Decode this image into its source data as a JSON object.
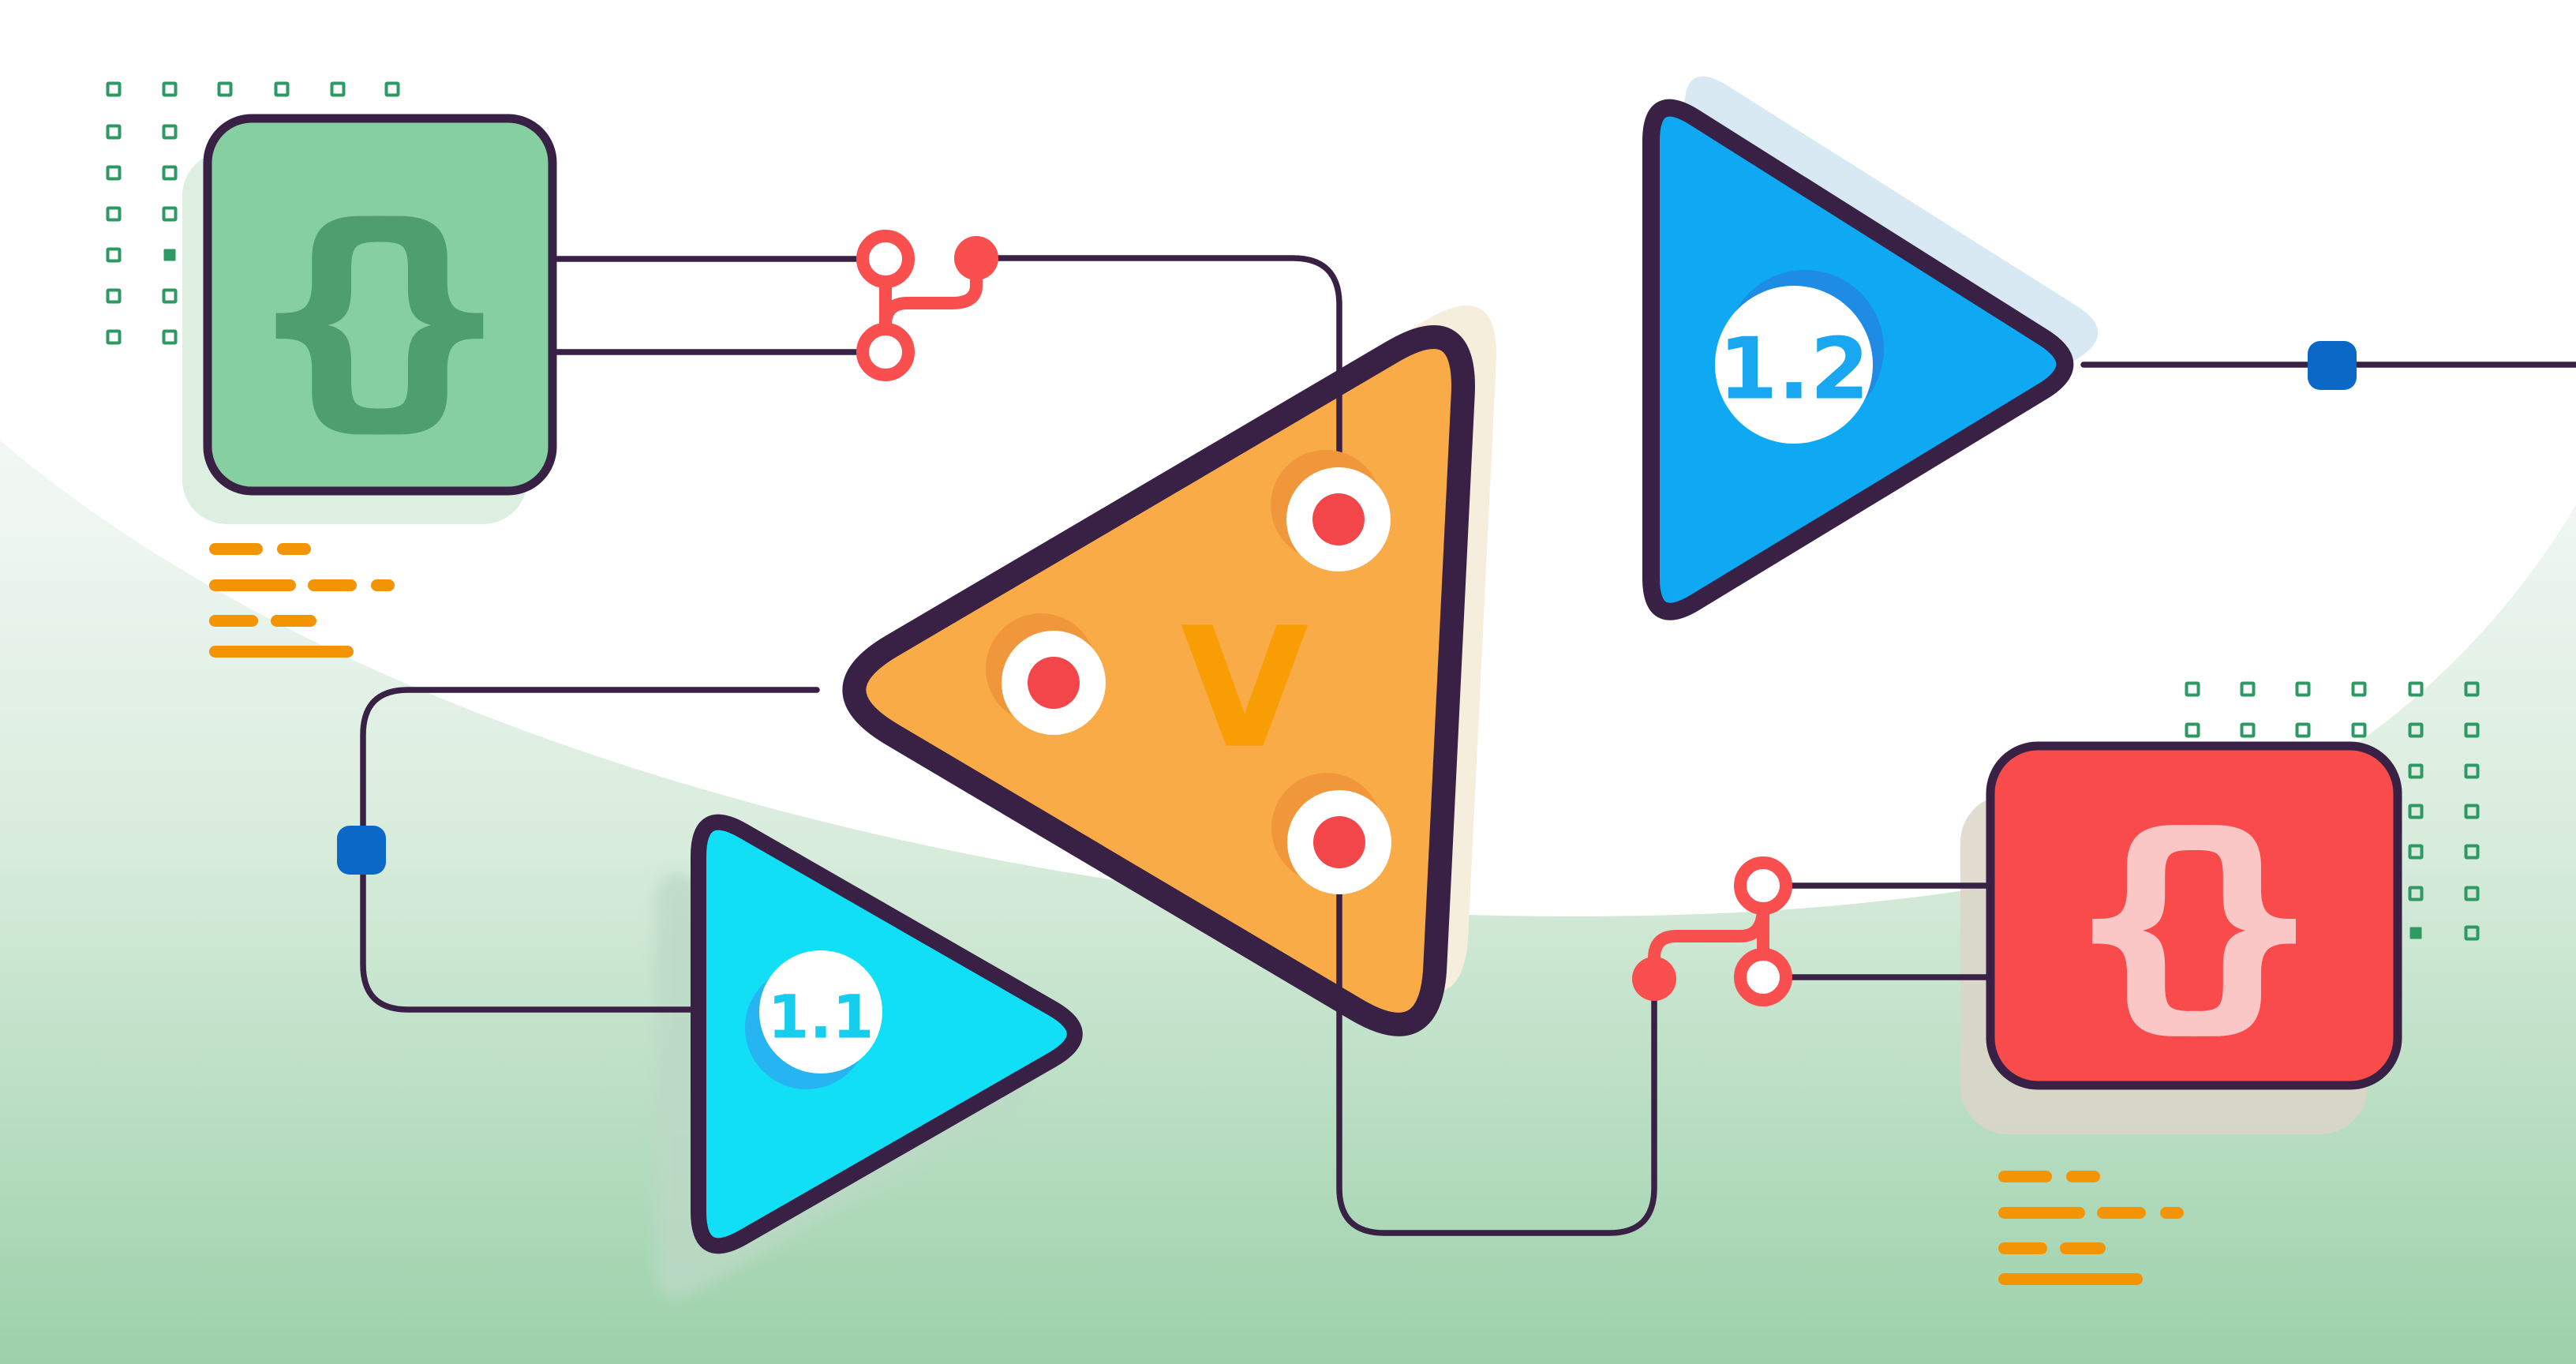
{
  "illustration": {
    "description": "version control branching illustration",
    "labels": {
      "main_version": "V",
      "version_1_1": "1.1",
      "version_1_2": "1.2",
      "green_brace_left": "{",
      "green_brace_right": "}",
      "red_brace_left": "{",
      "red_brace_right": "}"
    }
  },
  "colors": {
    "ink": "#392145",
    "git_red": "#F94F4F",
    "commit_red": "#F2464B",
    "green_fill": "#86CFA1",
    "green_brace": "#4E9E6F",
    "green_shadow": "#DCEFE0",
    "red_fill": "#F94B4B",
    "red_brace": "#FBC6C6",
    "red_shadow": "#DCD5C8",
    "orange_fill": "#F9AB47",
    "orange_shadow": "#F6EEDC",
    "orange_halo": "#F0973B",
    "orange_v": "#F99D05",
    "dash_orange": "#F29404",
    "blue_fill": "#0FA8F2",
    "blue_shadow": "#D8E9F4",
    "blue_halo": "#1E8BE4",
    "blue_text": "#18A7F0",
    "cyan_fill": "#10DFF6",
    "cyan_halo": "#27B4F2",
    "cyan_text": "#16CDED",
    "cyan_shadow": "#BCD9C6",
    "node_blue": "#0B68C7",
    "grid_green": "#2E9965",
    "bg_mid": "#D8ECDC",
    "bg_bottom": "#9CD1AA",
    "dome_white": "#FFFFFF"
  }
}
